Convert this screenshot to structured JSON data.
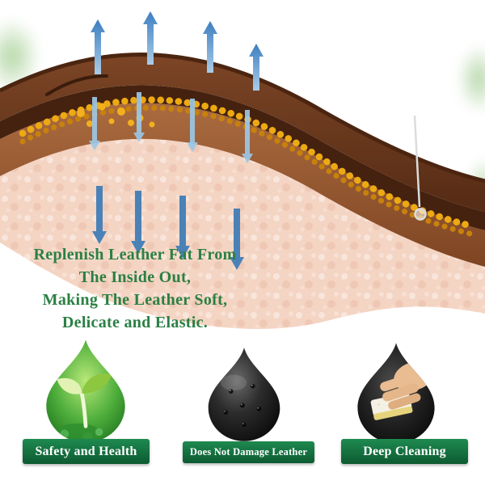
{
  "headline": {
    "lines": [
      "Replenish Leather Fat From",
      "The Inside Out,",
      "Making The Leather Soft,",
      "Delicate and Elastic."
    ],
    "text_color": "#2b8044"
  },
  "features": [
    {
      "id": "safety",
      "icon": "sprout-droplet-icon",
      "label": "Safety and Health"
    },
    {
      "id": "no-damage",
      "icon": "leather-droplet-icon",
      "label": "Does Not Damage Leather"
    },
    {
      "id": "deep-clean",
      "icon": "sponge-droplet-icon",
      "label": "Deep Cleaning"
    }
  ],
  "badge_style": {
    "background_top": "#1e8a50",
    "background_bottom": "#0d5a31",
    "text_color": "#ffffff"
  },
  "diagram": {
    "subject": "leather-cross-section-absorbing-fat",
    "layer_colors": {
      "surface": "#713d20",
      "seam": "#45220f",
      "mid": "#a1603a",
      "inner": "#f4d4c3"
    },
    "fat_droplet_color": "#eda912",
    "arrow_colors": {
      "top_up_arrows": "#3d7ec0",
      "inner_down_arrows": "#9cc7e6",
      "lower_down_arrows": "#4a82b8"
    },
    "needle_color": "#d9dde0"
  }
}
